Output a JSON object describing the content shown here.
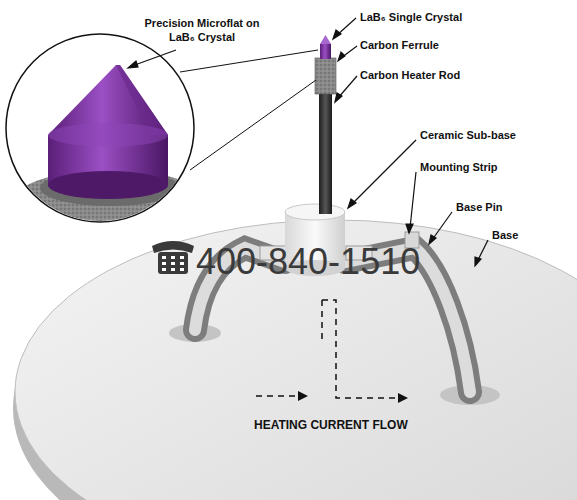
{
  "diagram": {
    "labels": [
      "Precision Microflat on LaB₆ Crystal",
      "LaB₆ Single Crystal",
      "Carbon Ferrule",
      "Carbon Heater Rod",
      "Ceramic Sub-base",
      "Mounting Strip",
      "Base Pin",
      "Base",
      "400-840-1510",
      "HEATING CURRENT FLOW"
    ]
  }
}
